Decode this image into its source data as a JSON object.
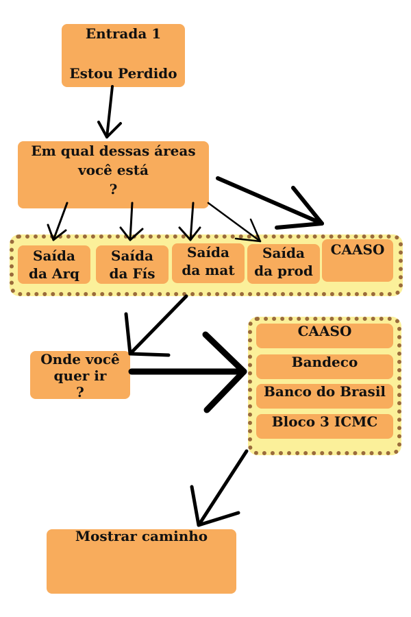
{
  "entry": {
    "line1": "Entrada 1",
    "line2": "Estou Perdido"
  },
  "question_area": {
    "line1": "Em qual dessas áreas",
    "line2": "você está",
    "line3": "?"
  },
  "areas": [
    {
      "line1": "Saída",
      "line2": "da Arq"
    },
    {
      "line1": "Saída",
      "line2": "da Fís"
    },
    {
      "line1": "Saída",
      "line2": "da mat"
    },
    {
      "line1": "Saída",
      "line2": "da prod"
    },
    {
      "line1": "CAASO",
      "line2": ""
    }
  ],
  "question_dest": {
    "line1": "Onde você",
    "line2": "quer ir",
    "line3": "?"
  },
  "destinations": [
    "CAASO",
    "Bandeco",
    "Banco do Brasil",
    "Bloco 3  ICMC"
  ],
  "result": {
    "label": "Mostrar caminho"
  },
  "colors": {
    "box": "#f8ac5c",
    "group_fill": "#fbf09a",
    "group_dots": "#9a6b3c"
  }
}
